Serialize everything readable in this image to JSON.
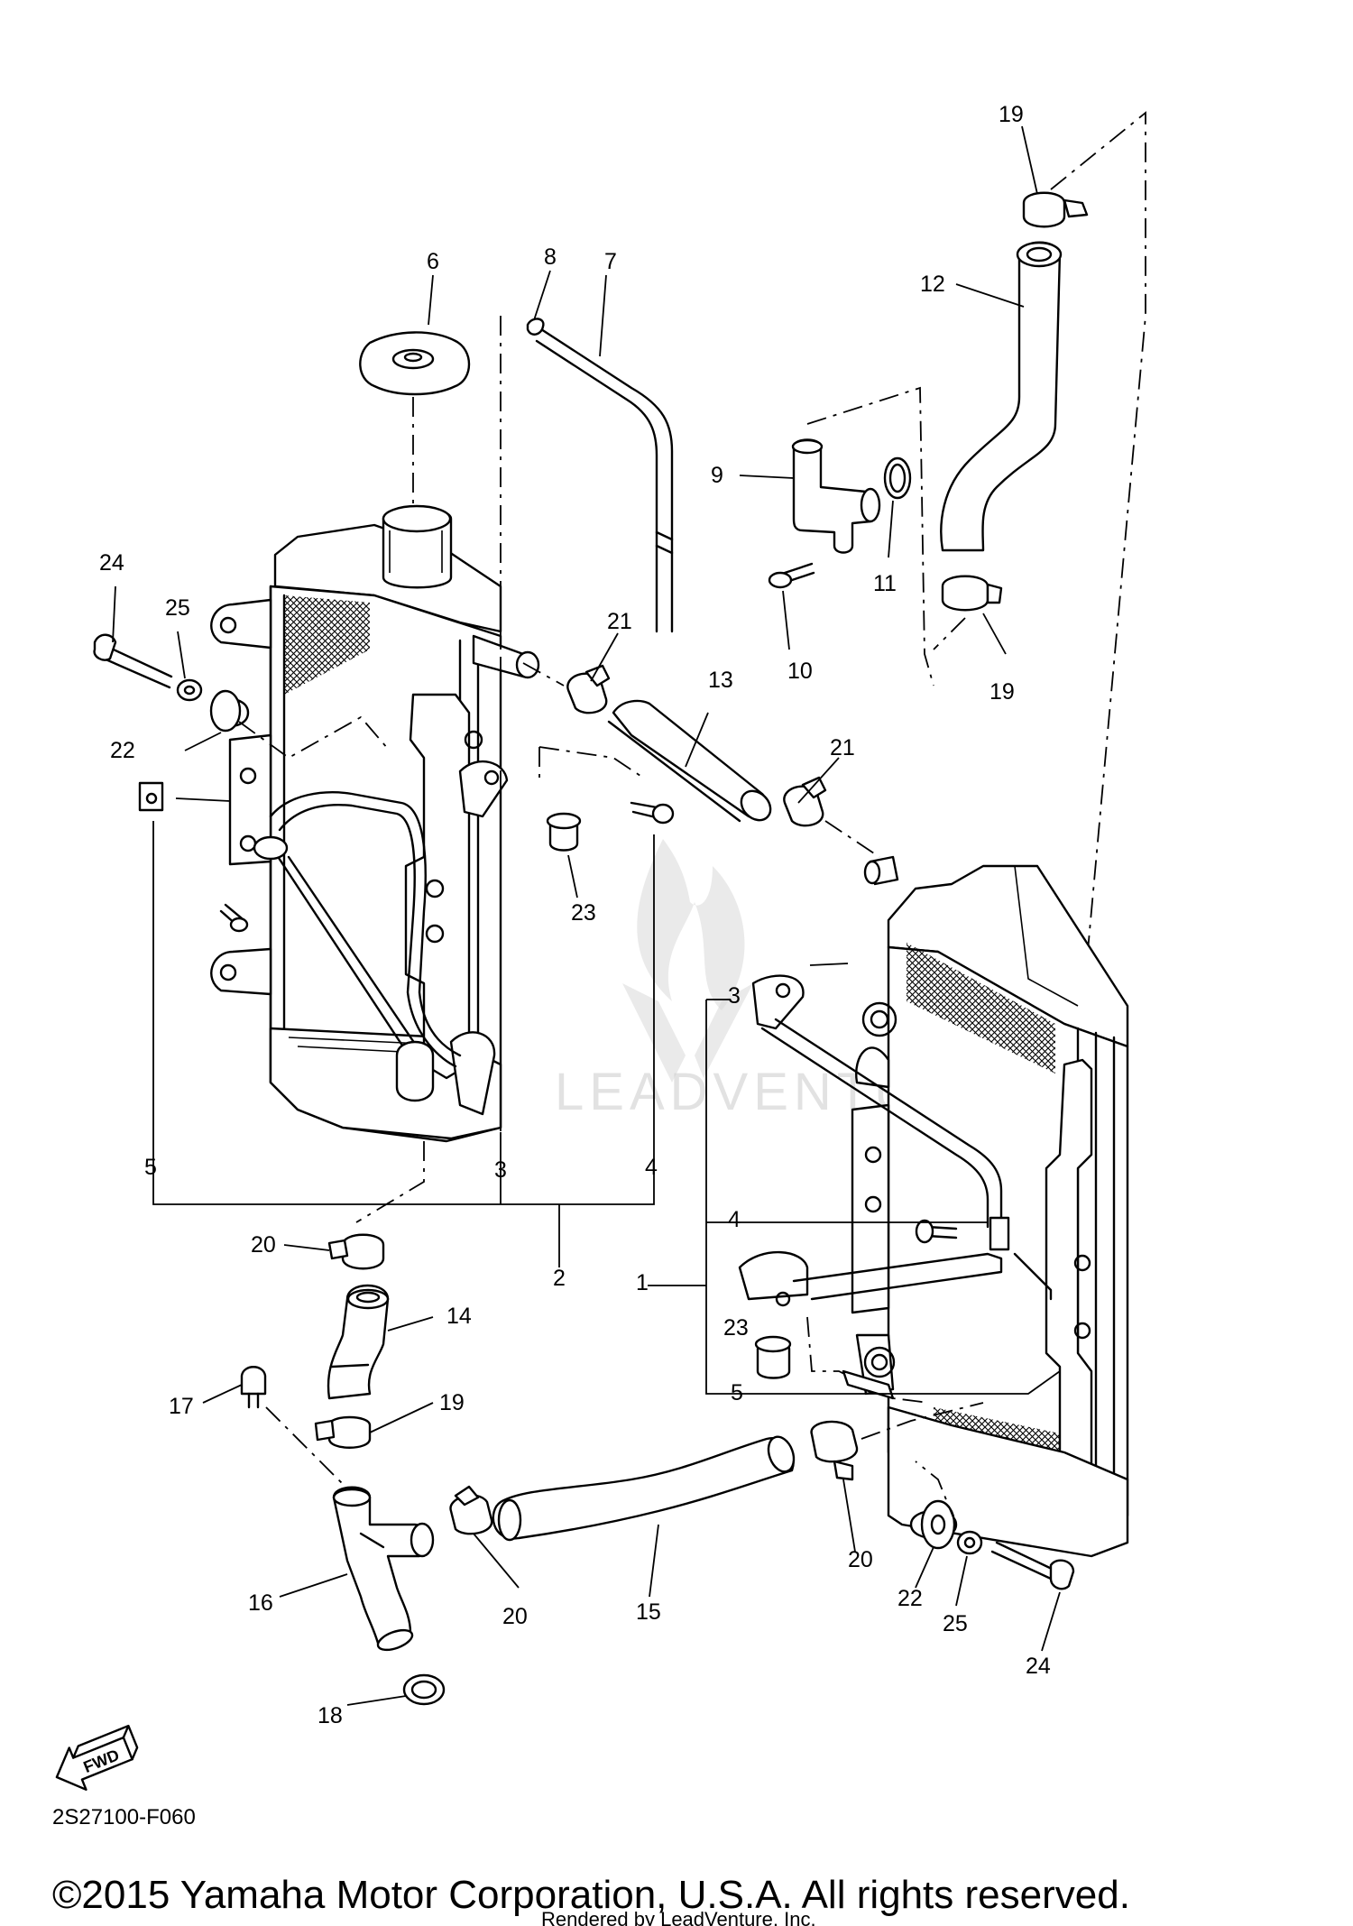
{
  "diagram": {
    "callouts": [
      {
        "id": "c1",
        "label": "1"
      },
      {
        "id": "c2",
        "label": "2"
      },
      {
        "id": "c3a",
        "label": "3"
      },
      {
        "id": "c3b",
        "label": "3"
      },
      {
        "id": "c4a",
        "label": "4"
      },
      {
        "id": "c4b",
        "label": "4"
      },
      {
        "id": "c5a",
        "label": "5"
      },
      {
        "id": "c5b",
        "label": "5"
      },
      {
        "id": "c6",
        "label": "6"
      },
      {
        "id": "c7",
        "label": "7"
      },
      {
        "id": "c8",
        "label": "8"
      },
      {
        "id": "c9",
        "label": "9"
      },
      {
        "id": "c10",
        "label": "10"
      },
      {
        "id": "c11",
        "label": "11"
      },
      {
        "id": "c12",
        "label": "12"
      },
      {
        "id": "c13",
        "label": "13"
      },
      {
        "id": "c14",
        "label": "14"
      },
      {
        "id": "c15",
        "label": "15"
      },
      {
        "id": "c16",
        "label": "16"
      },
      {
        "id": "c17",
        "label": "17"
      },
      {
        "id": "c18",
        "label": "18"
      },
      {
        "id": "c19a",
        "label": "19"
      },
      {
        "id": "c19b",
        "label": "19"
      },
      {
        "id": "c19c",
        "label": "19"
      },
      {
        "id": "c20a",
        "label": "20"
      },
      {
        "id": "c20b",
        "label": "20"
      },
      {
        "id": "c20c",
        "label": "20"
      },
      {
        "id": "c21a",
        "label": "21"
      },
      {
        "id": "c21b",
        "label": "21"
      },
      {
        "id": "c22a",
        "label": "22"
      },
      {
        "id": "c22b",
        "label": "22"
      },
      {
        "id": "c23a",
        "label": "23"
      },
      {
        "id": "c23b",
        "label": "23"
      },
      {
        "id": "c24a",
        "label": "24"
      },
      {
        "id": "c24b",
        "label": "24"
      },
      {
        "id": "c25a",
        "label": "25"
      },
      {
        "id": "c25b",
        "label": "25"
      }
    ],
    "diagram_code": "2S27100-F060",
    "fwd_label": "FWD",
    "watermark_text": "LEADVENTURE",
    "copyright": "©2015 Yamaha Motor Corporation, U.S.A. All rights reserved.",
    "rendered_by": "Rendered by LeadVenture, Inc.",
    "icons": [
      "fwd-arrow-icon",
      "leadventure-logo-icon"
    ]
  }
}
